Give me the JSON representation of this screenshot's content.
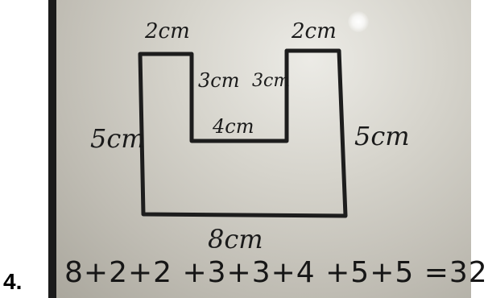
{
  "problem_number": "4.",
  "labels": {
    "top_left": "2cm",
    "top_right": "2cm",
    "inner_left": "3cm",
    "inner_right": "3cm",
    "inner_bottom": "4cm",
    "left": "5cm",
    "right": "5cm",
    "bottom": "8cm"
  },
  "equation": "8+2+2 +3+3+4 +5+5 =32"
}
